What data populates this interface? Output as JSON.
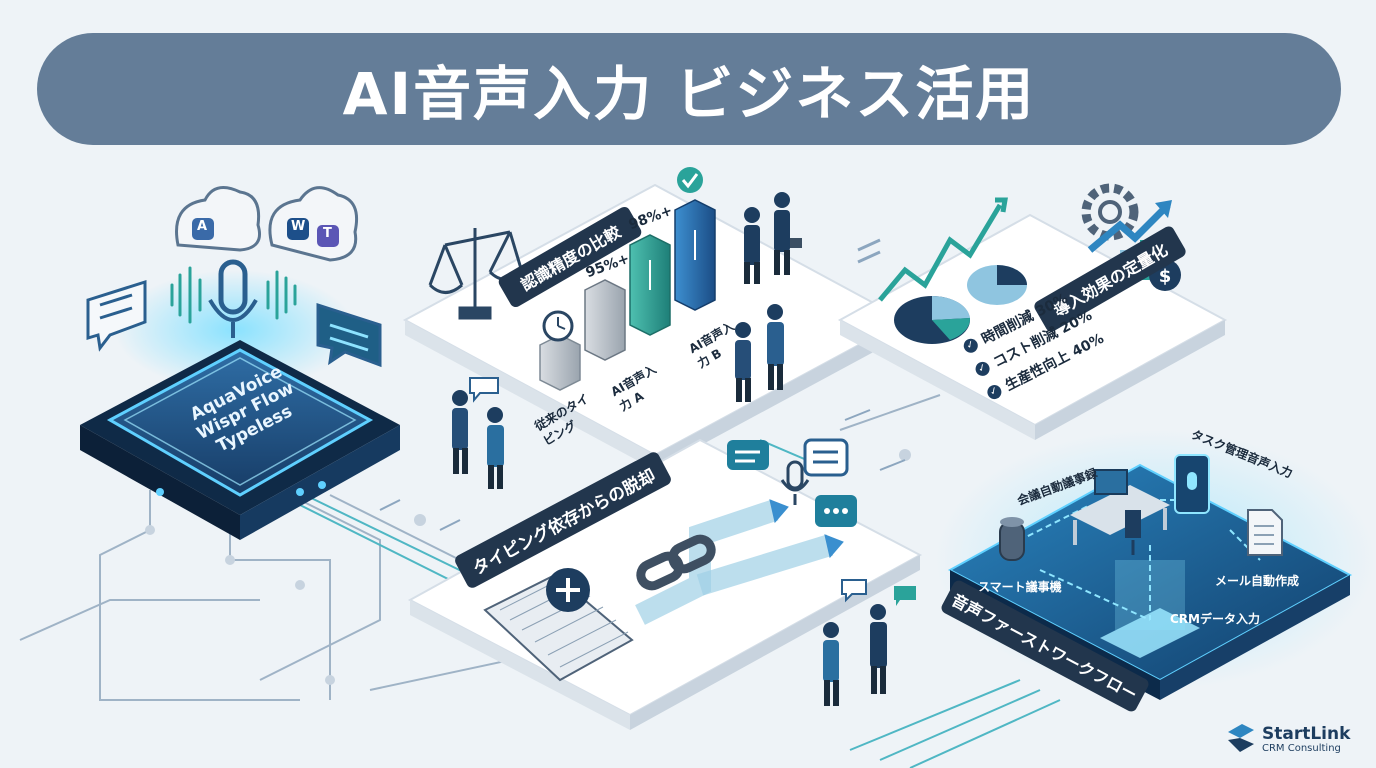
{
  "title": "AI音声入力 ビジネス活用",
  "hub": {
    "apps": [
      "AquaVoice",
      "Wispr Flow",
      "Typeless"
    ],
    "cloud_icons": [
      "A",
      "W",
      "T"
    ]
  },
  "comparison": {
    "heading": "認識精度の比較",
    "bars": [
      {
        "label": "従来のタイピング",
        "value_label": ""
      },
      {
        "label": "AI音声入力 A",
        "value_label": "95%+"
      },
      {
        "label": "AI音声入力 B",
        "value_label": "98%+"
      }
    ]
  },
  "effects": {
    "heading": "導入効果の定量化",
    "items": [
      "時間削減 30%",
      "コスト削減 20%",
      "生産性向上 40%"
    ]
  },
  "typing": {
    "heading": "タイピング依存からの脱却"
  },
  "workflow": {
    "heading": "音声ファーストワークフロー",
    "nodes": {
      "meeting": "会議自動議事録",
      "task": "タスク管理音声入力",
      "speaker": "スマート議事機",
      "mail": "メール自動作成",
      "crm": "CRMデータ入力"
    }
  },
  "logo": {
    "name": "StartLink",
    "sub": "CRM Consulting"
  },
  "colors": {
    "title_bg": "#647d98",
    "navy": "#1d3d5f",
    "teal": "#2aa39a",
    "accent_blue": "#2e86c1",
    "glow": "#5fd0ff"
  }
}
